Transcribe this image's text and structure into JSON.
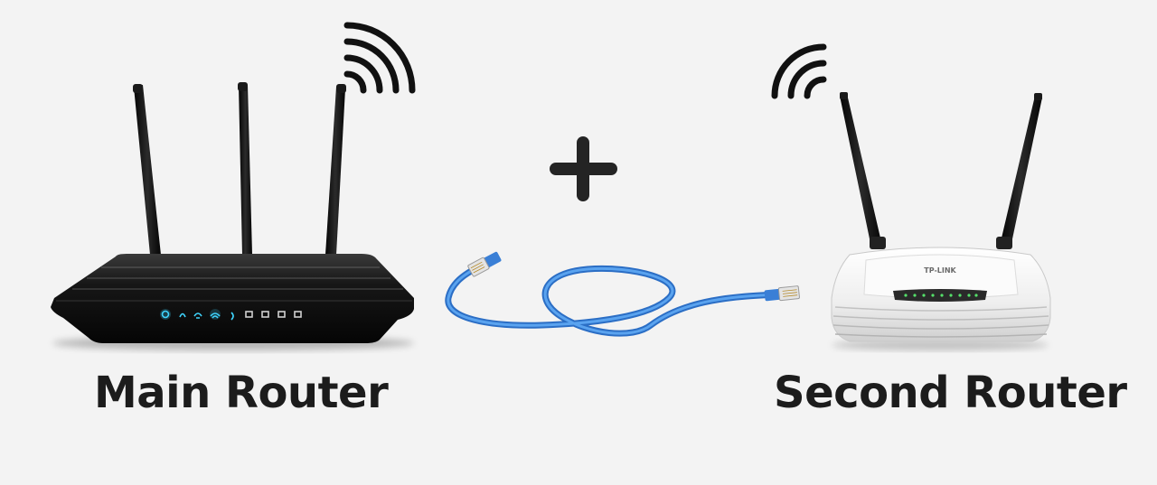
{
  "main_router": {
    "label": "Main Router",
    "color": "#111111",
    "led_color": "#3fd6ff"
  },
  "second_router": {
    "label": "Second Router",
    "brand": "TP-LINK",
    "color": "#f4f4f4"
  },
  "connector": {
    "symbol": "plus-icon",
    "cable_color": "#3a7fd6"
  },
  "icons": [
    "wifi-signal-icon",
    "plus-icon",
    "ethernet-cable-icon",
    "router-icon"
  ]
}
